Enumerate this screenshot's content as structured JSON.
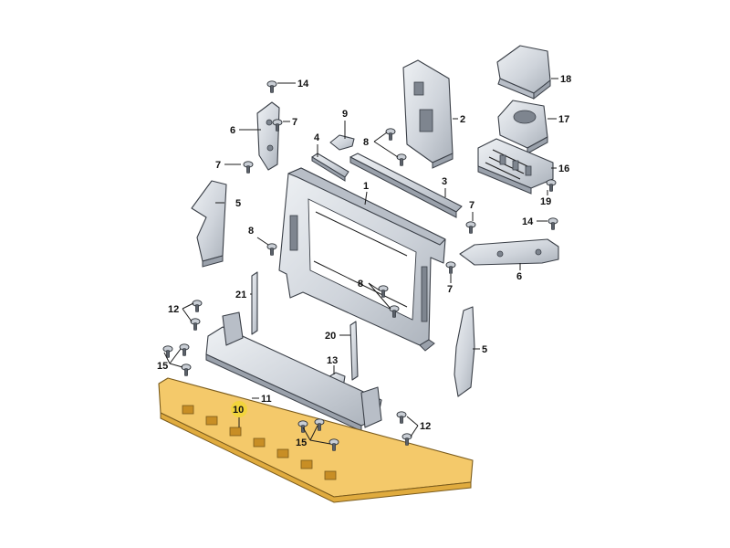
{
  "callouts": {
    "c1": "1",
    "c2": "2",
    "c3": "3",
    "c4": "4",
    "c5a": "5",
    "c5b": "5",
    "c6a": "6",
    "c6b": "6",
    "c7a": "7",
    "c7b": "7",
    "c7c": "7",
    "c7d": "7",
    "c8a": "8",
    "c8b": "8",
    "c8c": "8",
    "c9": "9",
    "c10": "10",
    "c11": "11",
    "c12a": "12",
    "c12b": "12",
    "c13": "13",
    "c14a": "14",
    "c14b": "14",
    "c15a": "15",
    "c15b": "15",
    "c16": "16",
    "c17": "17",
    "c18": "18",
    "c19": "19",
    "c20": "20",
    "c21": "21"
  },
  "colors": {
    "highlight": "#f4c96a",
    "badge": "#f2d43c",
    "metal": "#d3d8de",
    "outline": "#3a3f47"
  }
}
